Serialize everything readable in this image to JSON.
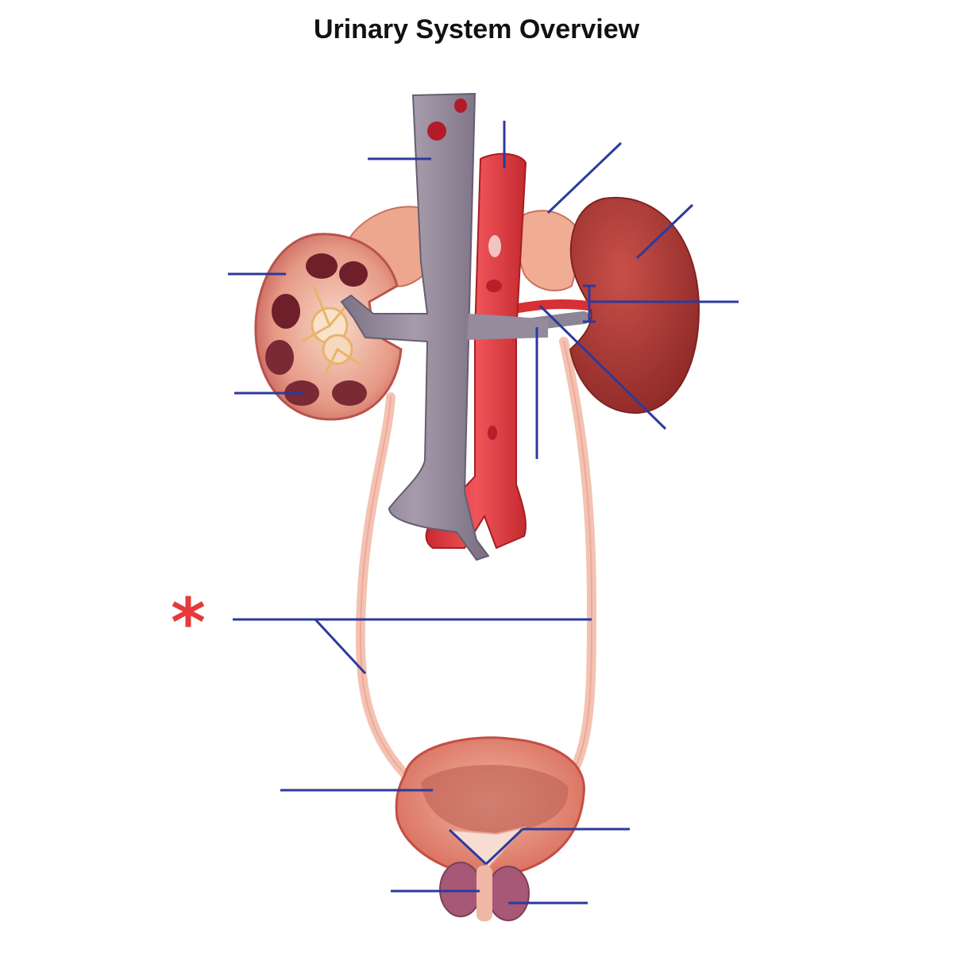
{
  "title": "Urinary System Overview",
  "marker": {
    "symbol": "*",
    "color": "#e63a3a"
  },
  "colors": {
    "leader_line": "#2c3a9c",
    "vena_cava": "#8e8494",
    "aorta": "#e0393f",
    "kidney": "#b3332f",
    "ureter": "#f2b9a8",
    "bladder": "#e77b6a",
    "prostate": "#a3587a"
  },
  "structures": [
    "inferior-vena-cava",
    "abdominal-aorta",
    "adrenal-gland",
    "right-kidney",
    "left-kidney-section",
    "renal-vein",
    "renal-artery",
    "ureter",
    "urinary-bladder",
    "prostate"
  ]
}
